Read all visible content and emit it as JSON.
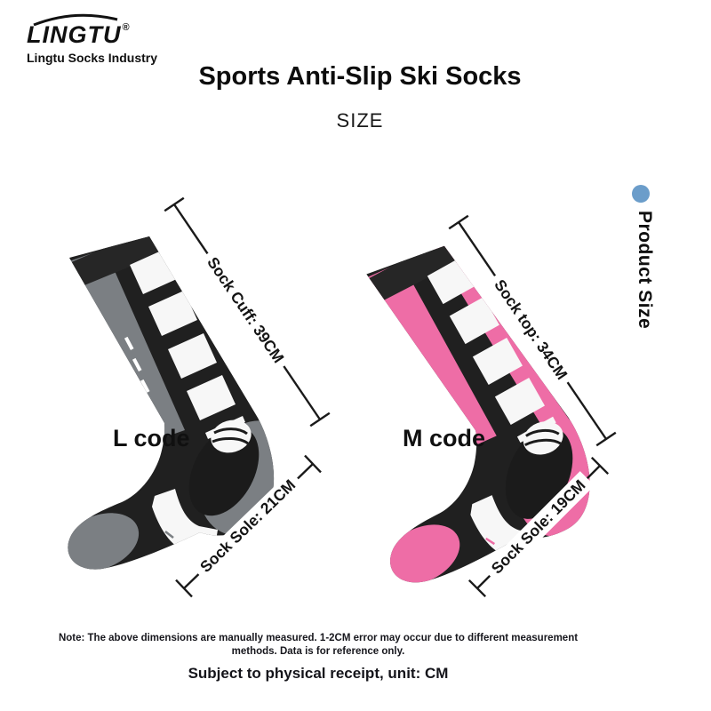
{
  "brand": {
    "logo_text": "LINGTU",
    "registered_mark": "®",
    "tagline": "Lingtu Socks Industry"
  },
  "header": {
    "title": "Sports Anti-Slip Ski Socks",
    "subtitle": "SIZE"
  },
  "side_label": {
    "text": "Product Size",
    "dot_color": "#6b9dca"
  },
  "products": [
    {
      "code_label": "L code",
      "colorway": "black-gray",
      "accent_color": "#7b7f83",
      "measurements": {
        "cuff": "Sock Cuff: 39CM",
        "sole": "Sock Sole: 21CM"
      }
    },
    {
      "code_label": "M code",
      "colorway": "black-pink",
      "accent_color": "#ee6da6",
      "measurements": {
        "cuff": "Sock top: 34CM",
        "sole": "Sock Sole: 19CM"
      }
    }
  ],
  "footer": {
    "note_line1": "Note: The above dimensions are manually measured. 1-2CM error may occur due to different measurement",
    "note_line2": "methods. Data is for reference only.",
    "emphasis": "Subject to physical receipt, unit: CM"
  }
}
